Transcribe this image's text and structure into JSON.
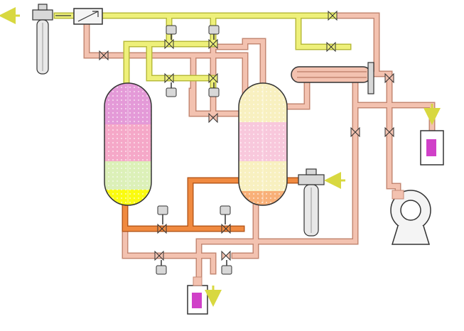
{
  "diagram": {
    "colors": {
      "background": "#ffffff",
      "pipe_yellow": "#eef07a",
      "pipe_yellow_edge": "#b8bb3a",
      "pipe_pink": "#f3c2b0",
      "pipe_pink_edge": "#c48873",
      "pipe_orange": "#f08a40",
      "pipe_orange_edge": "#b85a1c",
      "vessel_top": "#e49ad8",
      "vessel_mid": "#f5a8c8",
      "vessel_green": "#dcf0b8",
      "vessel_yellow": "#fbfb10",
      "vessel2_top": "#f8f0c0",
      "vessel2_pink": "#f8c8dc",
      "vessel2_bottom": "#f8b078",
      "equipment_gray": "#d8d8d8",
      "outline": "#333333",
      "arrow": "#d8d840",
      "gauge_fill": "#d040c8"
    },
    "components": [
      "outlet-filter",
      "flow-meter",
      "adsorber-tower-left",
      "adsorber-tower-right",
      "heat-exchanger",
      "inlet-filter",
      "blower",
      "drain-collector",
      "moisture-indicator",
      "control-valves"
    ]
  }
}
